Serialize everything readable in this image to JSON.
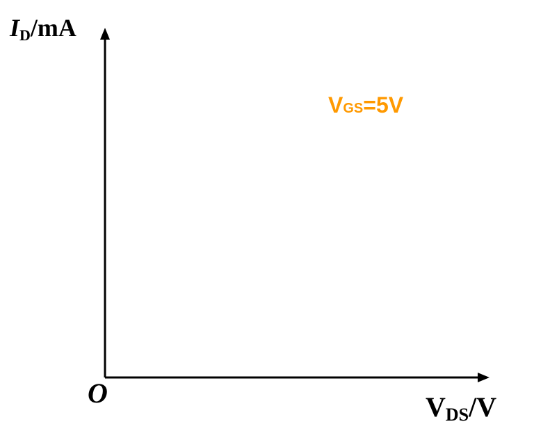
{
  "y_axis": {
    "symbol": "I",
    "subscript": "D",
    "unit": "/mA"
  },
  "x_axis": {
    "symbol": "V",
    "subscript": "DS",
    "unit": "/V"
  },
  "origin_label": "O",
  "curve_label": {
    "symbol": "V",
    "subscript": "GS",
    "value": "=5V",
    "color": "#FF9900"
  },
  "colors": {
    "axis": "#000000",
    "background": "#FFFFFF"
  }
}
